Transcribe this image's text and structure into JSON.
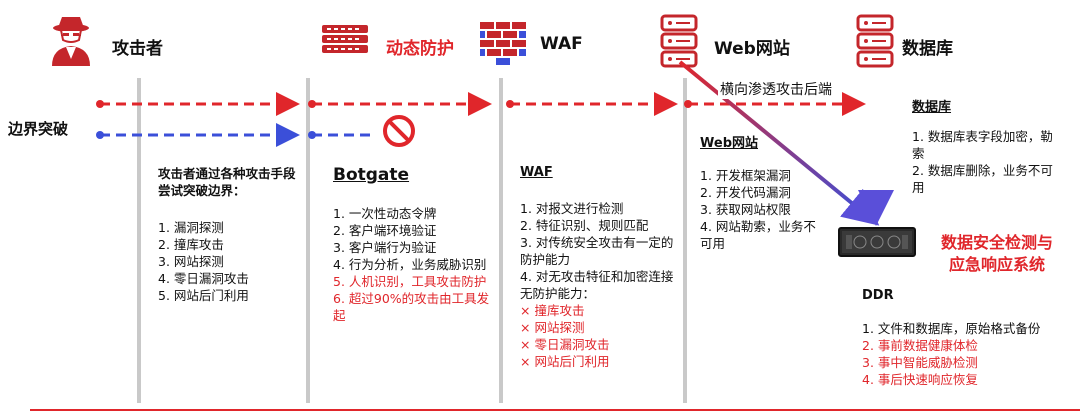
{
  "headers": {
    "attacker": "攻击者",
    "dynamic": "动态防护",
    "waf": "WAF",
    "web": "Web网站",
    "db": "数据库"
  },
  "edge_label": "边界突破",
  "lateral_label": "横向渗透攻击后端",
  "attacker_section": {
    "intro": "攻击者通过各种攻击手段尝试突破边界：",
    "items": [
      "1. 漏洞探测",
      "2. 撞库攻击",
      "3. 网站探测",
      "4. 零日漏洞攻击",
      "5. 网站后门利用"
    ]
  },
  "botgate_section": {
    "title": "Botgate",
    "items": [
      {
        "text": "1. 一次性动态令牌",
        "red": false
      },
      {
        "text": "2. 客户端环境验证",
        "red": false
      },
      {
        "text": "3. 客户端行为验证",
        "red": false
      },
      {
        "text": "4. 行为分析，业务威胁识别",
        "red": false
      },
      {
        "text": "5. 人机识别，工具攻击防护",
        "red": true
      },
      {
        "text": "6. 超过90%的攻击由工具发起",
        "red": true
      }
    ]
  },
  "waf_section": {
    "title": "WAF",
    "items": [
      "1. 对报文进行检测",
      "2. 特征识别、规则匹配",
      "3. 对传统安全攻击有一定的防护能力",
      "4. 对无攻击特征和加密连接无防护能力："
    ],
    "cross_items": [
      "撞库攻击",
      "网站探测",
      "零日漏洞攻击",
      "网站后门利用"
    ]
  },
  "web_section": {
    "title": "Web网站",
    "items": [
      "1. 开发框架漏洞",
      "2. 开发代码漏洞",
      "3. 获取网站权限",
      "4. 网站勒索，业务不可用"
    ]
  },
  "db_section": {
    "title": "数据库",
    "items": [
      "1. 数据库表字段加密，勒索",
      "2. 数据库删除，业务不可用"
    ]
  },
  "ddr": {
    "label1": "数据安全检测与",
    "label2": "应急响应系统",
    "title": "DDR",
    "items": [
      {
        "text": "1. 文件和数据库，原始格式备份",
        "red": false
      },
      {
        "text": "2. 事前数据健康体检",
        "red": true
      },
      {
        "text": "3. 事中智能威胁检测",
        "red": true
      },
      {
        "text": "4. 事后快速响应恢复",
        "red": true
      }
    ]
  },
  "colors": {
    "red": "#e0262b",
    "blue": "#3b4fd9",
    "grey": "#c9c9c9"
  },
  "icons": [
    "hacker-icon",
    "firewall-icon",
    "waf-icon",
    "server-icon",
    "database-server-icon",
    "no-entry-icon",
    "ddr-device-icon"
  ]
}
